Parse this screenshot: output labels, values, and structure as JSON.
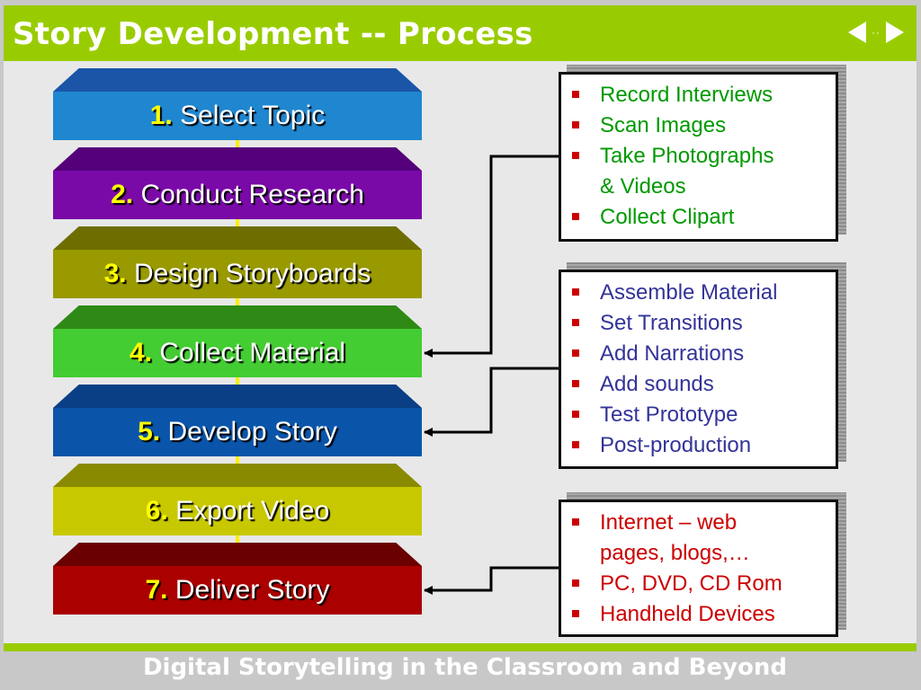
{
  "title": "Story Development -- Process",
  "nav": {
    "prev_icon": "triangle-left-icon",
    "dots": "··",
    "next_icon": "triangle-right-icon"
  },
  "footer": "Digital Storytelling in the Classroom and Beyond",
  "steps": [
    {
      "num": "1.",
      "label": "Select Topic",
      "top_color": "#1a55a8",
      "front_color": "#1f86d0"
    },
    {
      "num": "2.",
      "label": "Conduct Research",
      "top_color": "#55007a",
      "front_color": "#7a0aa8"
    },
    {
      "num": "3.",
      "label": "Design Storyboards",
      "top_color": "#6e6e00",
      "front_color": "#999900"
    },
    {
      "num": "4.",
      "label": "Collect Material",
      "top_color": "#2e8a14",
      "front_color": "#44cc33"
    },
    {
      "num": "5.",
      "label": "Develop Story",
      "top_color": "#0a3f86",
      "front_color": "#0a55aa"
    },
    {
      "num": "6.",
      "label": "Export Video",
      "top_color": "#8a8a00",
      "front_color": "#c8c800"
    },
    {
      "num": "7.",
      "label": "Deliver Story",
      "top_color": "#6a0000",
      "front_color": "#aa0000"
    }
  ],
  "boxes": [
    {
      "text_color": "#009900",
      "items": [
        "Record Interviews",
        "Scan Images",
        "Take Photographs",
        "& Videos",
        "Collect Clipart"
      ],
      "bullets": [
        true,
        true,
        true,
        false,
        true
      ]
    },
    {
      "text_color": "#333399",
      "items": [
        "Assemble Material",
        "Set Transitions",
        "Add Narrations",
        "Add sounds",
        "Test Prototype",
        "Post-production"
      ],
      "bullets": [
        true,
        true,
        true,
        true,
        true,
        true
      ]
    },
    {
      "text_color": "#cc0000",
      "items": [
        "Internet – web",
        "pages, blogs,…",
        "PC, DVD, CD Rom",
        "Handheld Devices"
      ],
      "bullets": [
        true,
        false,
        true,
        true
      ]
    }
  ]
}
